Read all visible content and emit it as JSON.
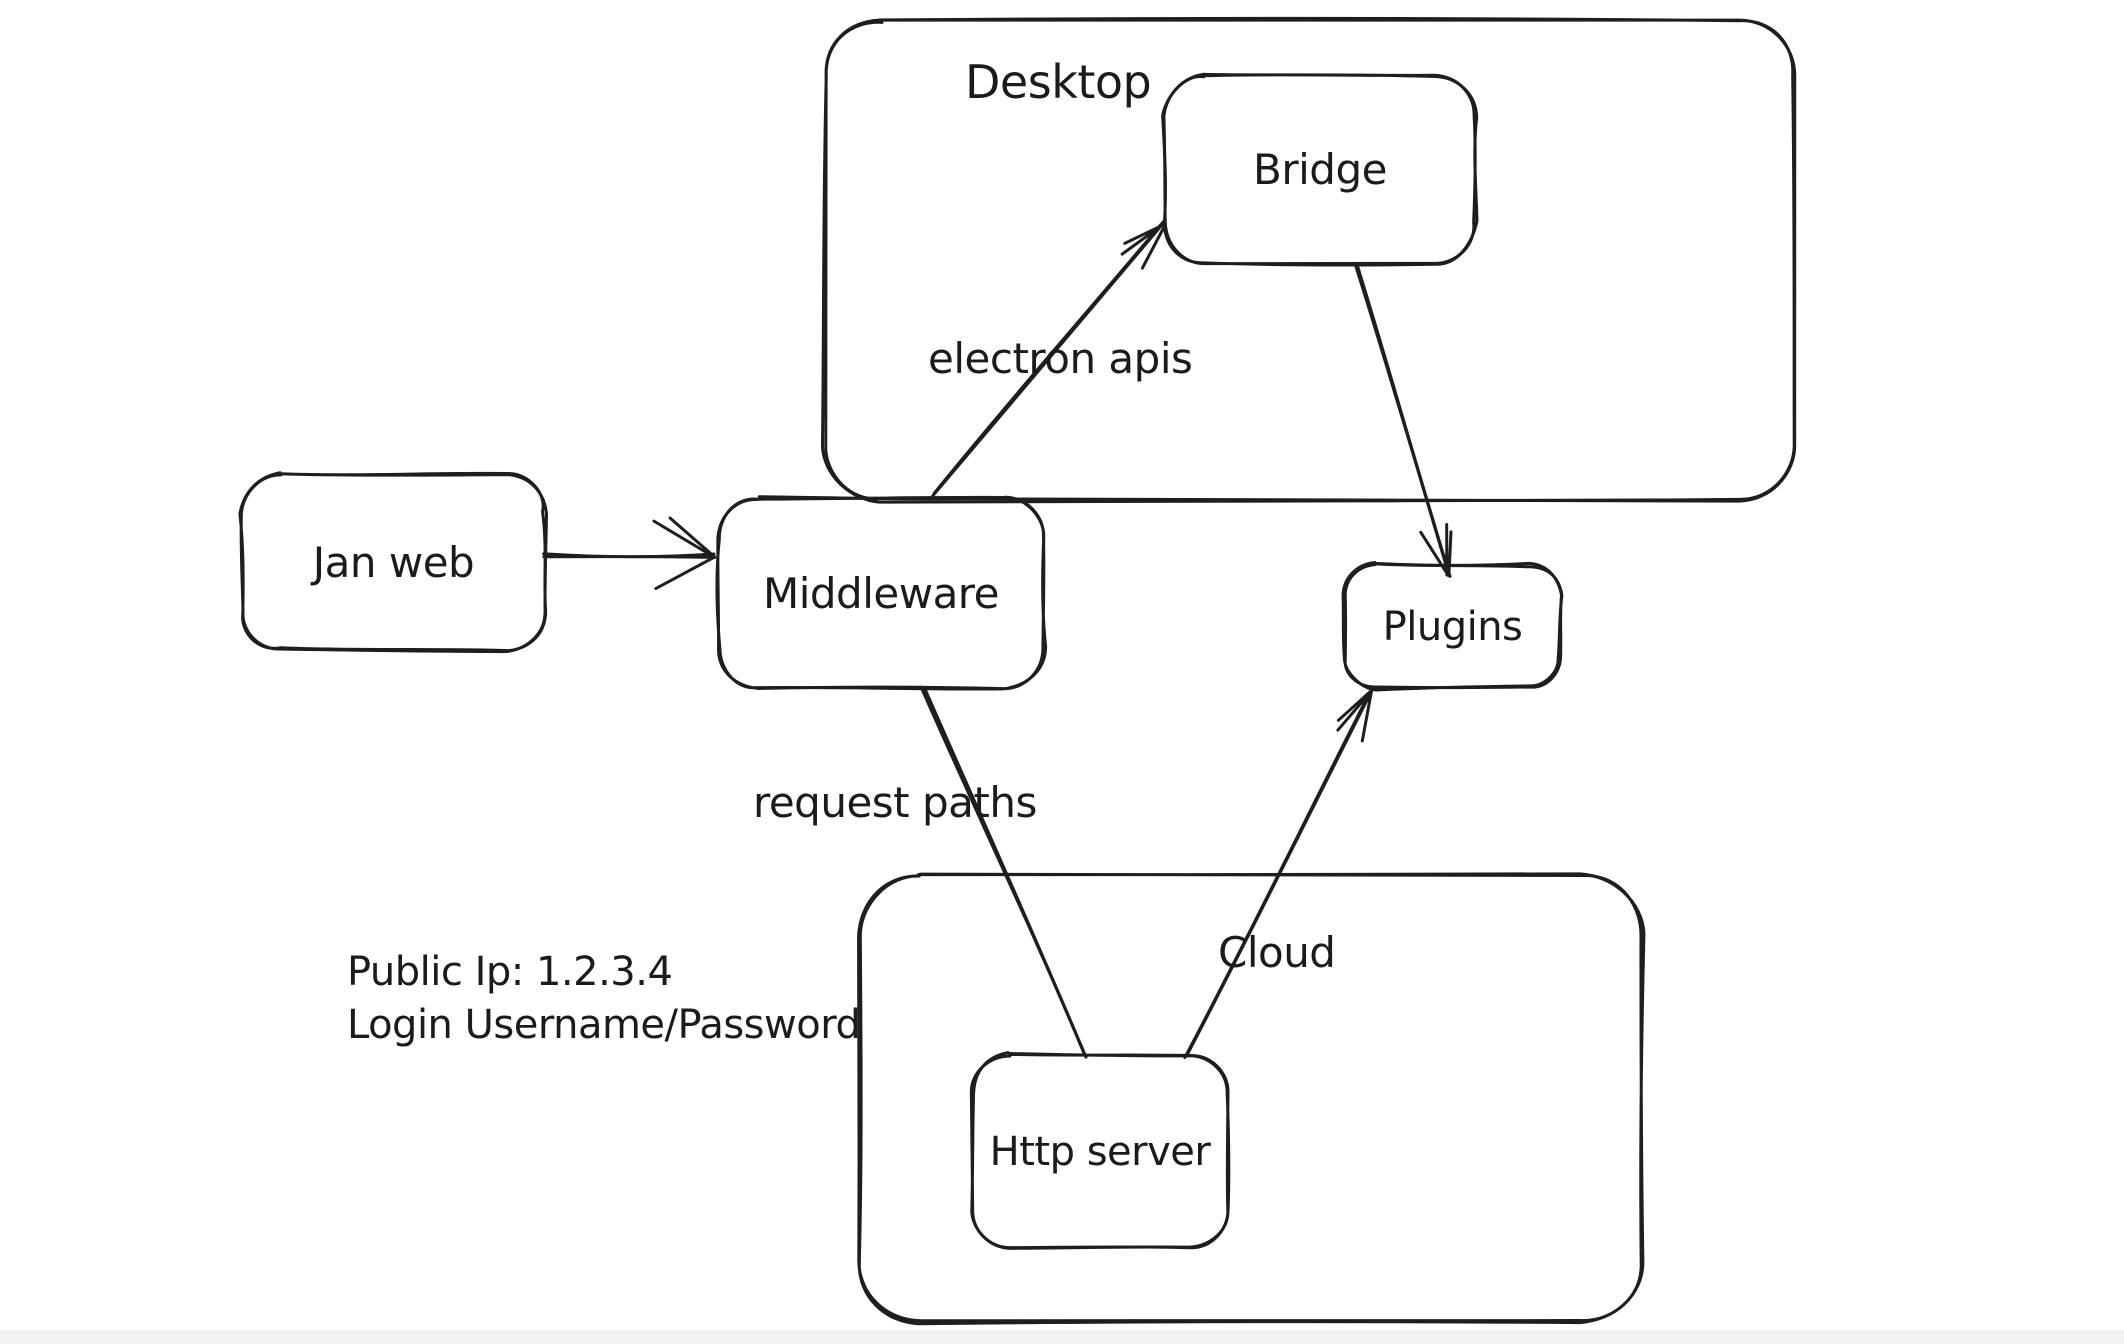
{
  "app": {
    "background_color": "#ffffff",
    "stroke_color": "#1e1e1e",
    "bottom_band_color": "#f2f2f3"
  },
  "diagram": {
    "containers": {
      "desktop": {
        "label": "Desktop"
      },
      "cloud": {
        "label": "Cloud"
      }
    },
    "nodes": {
      "jan_web": {
        "label": "Jan web"
      },
      "middleware": {
        "label": "Middleware"
      },
      "bridge": {
        "label": "Bridge"
      },
      "plugins": {
        "label": "Plugins"
      },
      "http_server": {
        "label": "Http server"
      }
    },
    "edges": {
      "jan_web_to_middleware": {
        "from": "jan_web",
        "to": "middleware",
        "label": "",
        "arrowhead": true
      },
      "middleware_to_bridge": {
        "from": "middleware",
        "to": "bridge",
        "label": "electron apis",
        "arrowhead": true
      },
      "bridge_to_plugins": {
        "from": "bridge",
        "to": "plugins",
        "label": "",
        "arrowhead": true
      },
      "middleware_to_http_server": {
        "from": "middleware",
        "to": "http_server",
        "label": "request paths",
        "arrowhead": false
      },
      "http_server_to_plugins": {
        "from": "http_server",
        "to": "plugins",
        "label": "",
        "arrowhead": true
      }
    },
    "annotations": {
      "public_ip": "Public Ip: 1.2.3.4",
      "login": "Login Username/Password"
    }
  }
}
